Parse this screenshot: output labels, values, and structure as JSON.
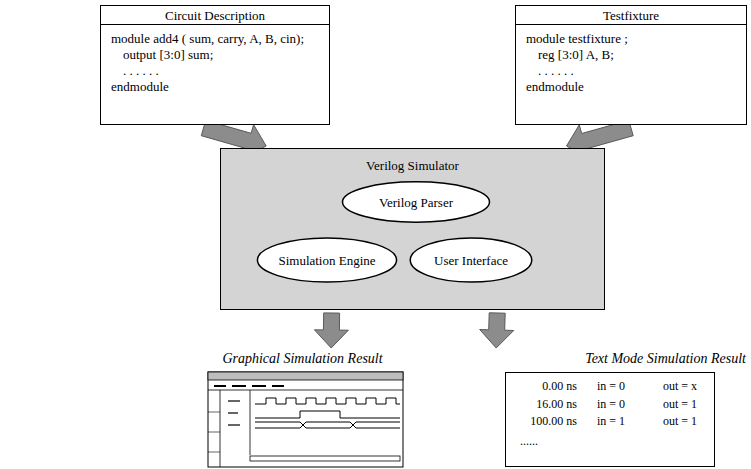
{
  "diagram": {
    "nodes": [
      {
        "text": [
          "Circuit Description",
          "module add4 ( sum, carry, A, B, cin);",
          "output [3:0] sum;",
          ". . . . . .",
          "endmodule"
        ]
      },
      {
        "text": [
          "Testfixture",
          "module testfixture ;",
          "reg [3:0] A, B;",
          ". . . . . .",
          "endmodule"
        ]
      },
      {
        "text": [
          "Verilog Simulator"
        ]
      },
      {
        "text": [
          "Verilog Parser"
        ],
        "in": 2
      },
      {
        "text": [
          "Simulation Engine"
        ],
        "in": 2
      },
      {
        "text": [
          "User Interface"
        ],
        "in": 2
      },
      {
        "text": [
          "Graphical Simulation Result"
        ]
      },
      {
        "text": [
          "Text Mode Simulation Result",
          "0.00 ns",
          "in = 0",
          "out = x",
          "16.00 ns",
          "in = 0",
          "out = 1",
          "100.00 ns",
          "in = 1",
          "out = 1",
          "......"
        ]
      }
    ],
    "edges": [
      {
        "from": 0,
        "to": 2,
        "arrow": "to"
      },
      {
        "from": 1,
        "to": 2,
        "arrow": "to"
      },
      {
        "from": 2,
        "to": 6,
        "arrow": "to"
      },
      {
        "from": 2,
        "to": 7,
        "arrow": "to"
      }
    ]
  }
}
